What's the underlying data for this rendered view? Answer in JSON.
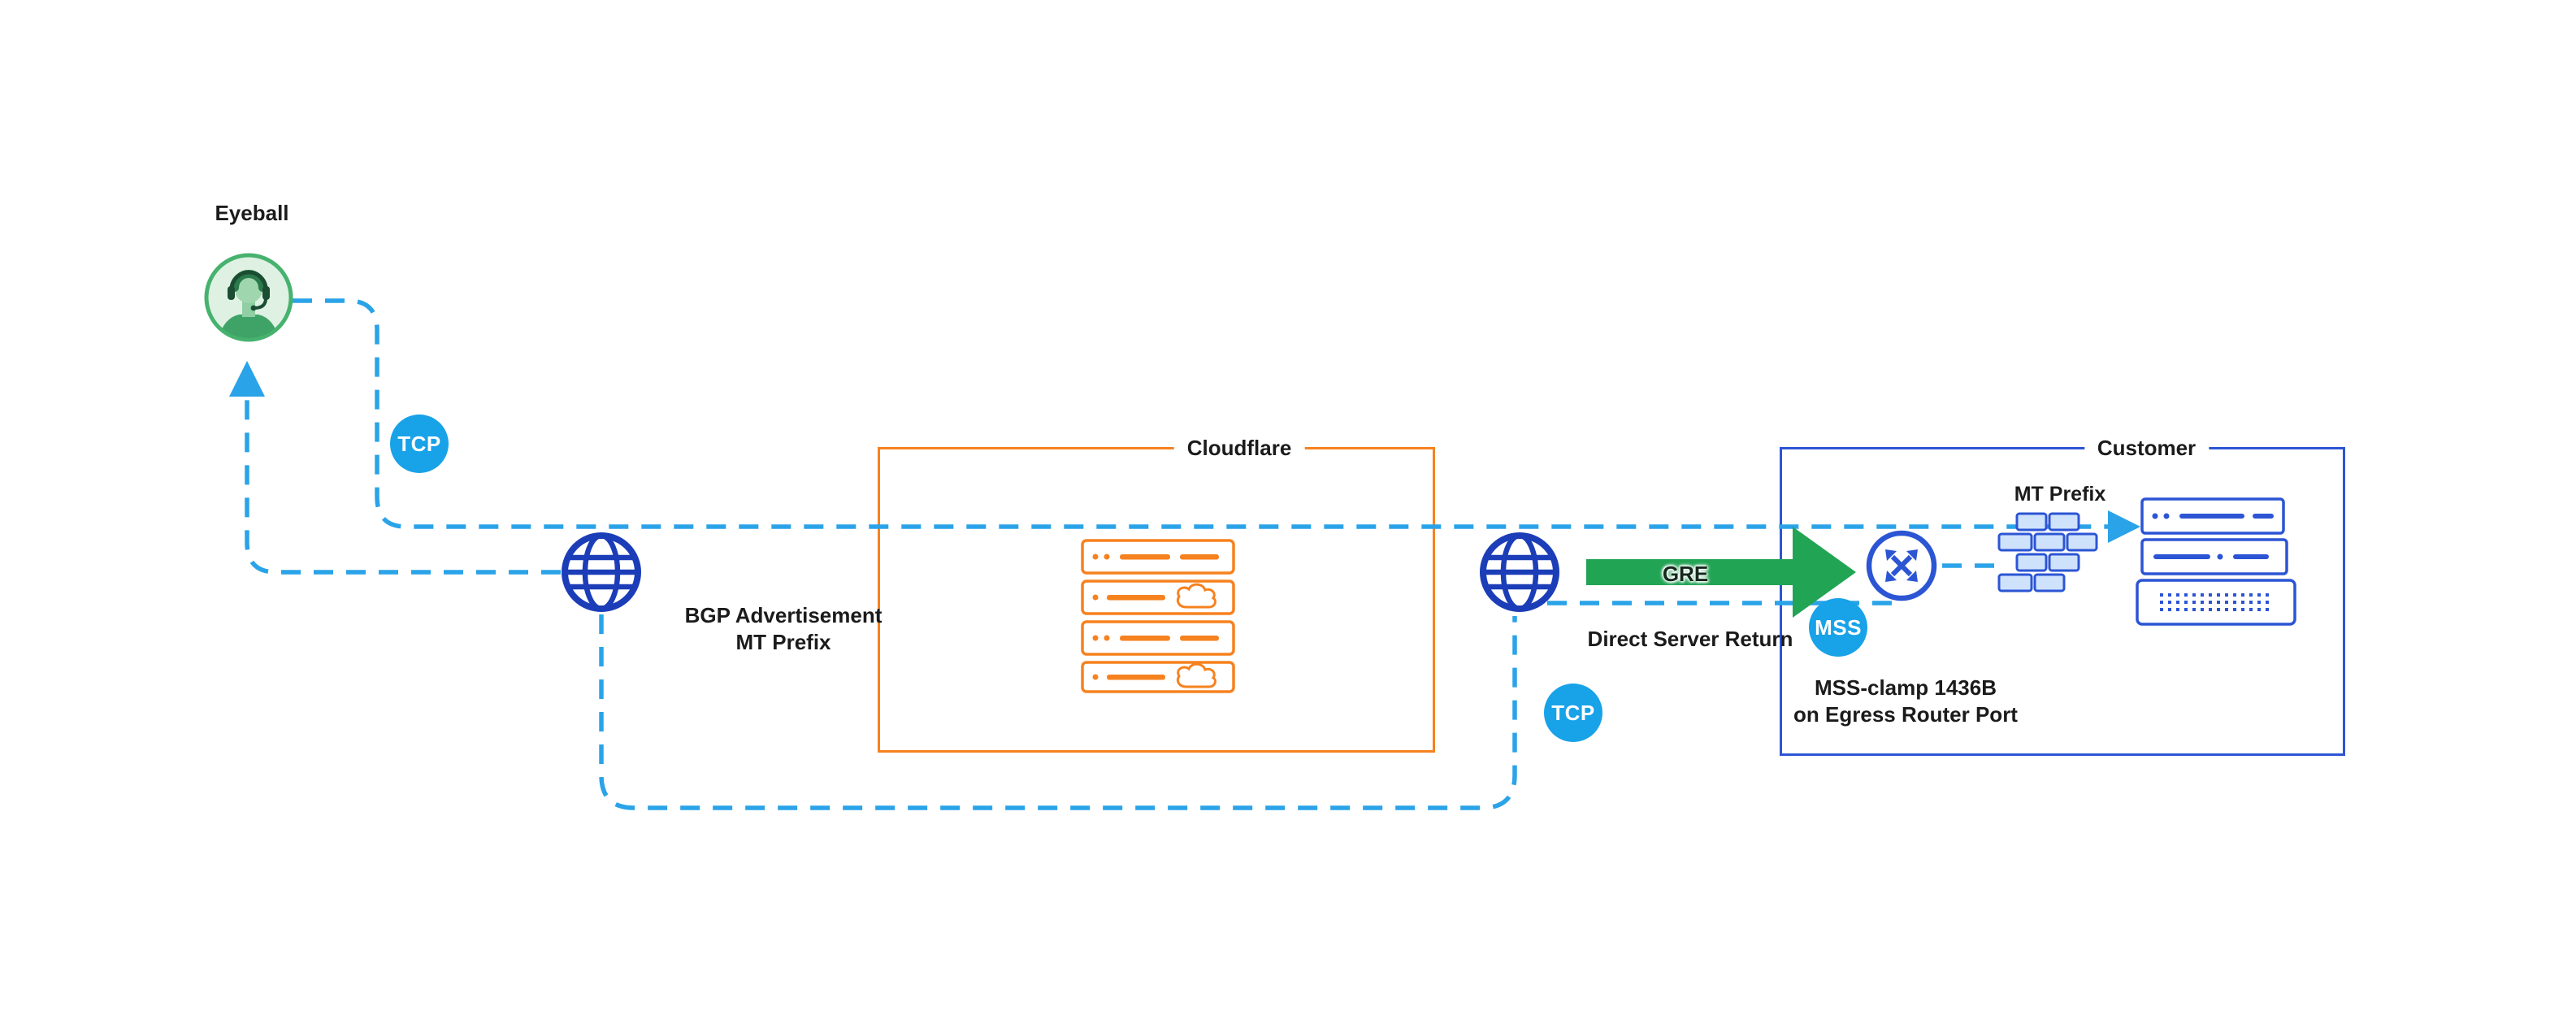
{
  "diagram": {
    "eyeball": {
      "label": "Eyeball"
    },
    "badges": {
      "tcp_outbound": "TCP",
      "tcp_return": "TCP",
      "mss": "MSS"
    },
    "internet": {
      "caption_line1": "BGP Advertisement",
      "caption_line2": "MT Prefix"
    },
    "cloudflare": {
      "label": "Cloudflare"
    },
    "gre": {
      "label": "GRE"
    },
    "dsr": {
      "label": "Direct Server Return"
    },
    "customer": {
      "label": "Customer",
      "mt_prefix": "MT Prefix",
      "mss_clamp_line1": "MSS-clamp 1436B",
      "mss_clamp_line2": "on Egress Router Port"
    },
    "icons": [
      "eyeball-avatar-icon",
      "internet-globe-left-icon",
      "internet-globe-right-icon",
      "cloudflare-server-stack-icon",
      "gre-arrow-icon",
      "router-icon",
      "firewall-icon",
      "customer-server-stack-icon",
      "up-arrowhead-icon",
      "right-arrowhead-icon"
    ],
    "colors": {
      "dash_blue": "#2aa3e8",
      "badge_blue": "#18a2e8",
      "globe_blue": "#1c3db8",
      "customer_blue": "#2c55d4",
      "cloudflare_orange": "#f6821f",
      "arrow_green": "#22a455",
      "eyeball_green": "#46b26e",
      "text": "#1b1b1b"
    }
  }
}
